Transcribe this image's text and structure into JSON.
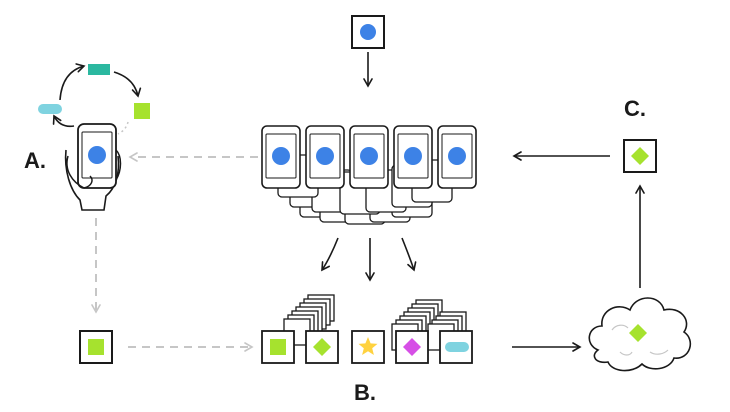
{
  "labels": {
    "a": "A.",
    "b": "B.",
    "c": "C."
  },
  "colors": {
    "blue": "#3d82e6",
    "teal": "#2bb8a0",
    "lime": "#a6e22e",
    "magenta": "#d64fe6",
    "yellow": "#ffd23f",
    "cyan": "#7fd3e0",
    "dashed": "#c6c6c6",
    "ink": "#1a1a1a"
  },
  "icons": [
    "phone-icon",
    "hand-icon",
    "cloud-icon",
    "circle-shape",
    "square-shape",
    "diamond-shape",
    "star-shape",
    "pill-shape",
    "rectangle-shape"
  ]
}
